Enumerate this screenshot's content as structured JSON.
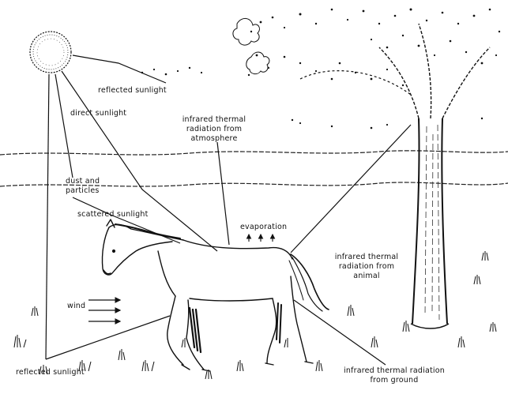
{
  "labels": {
    "reflected_sunlight_top": "reflected sunlight",
    "direct_sunlight": "direct sunlight",
    "infrared_atmosphere_1": "infrared thermal",
    "infrared_atmosphere_2": "radiation from",
    "infrared_atmosphere_3": "atmosphere",
    "dust_1": "dust and",
    "dust_2": "particles",
    "scattered_sunlight": "scattered sunlight",
    "evaporation": "evaporation",
    "infrared_animal_1": "infrared thermal",
    "infrared_animal_2": "radiation from",
    "infrared_animal_3": "animal",
    "wind": "wind",
    "reflected_sunlight_bottom": "reflected sunlight",
    "infrared_ground_1": "infrared thermal radiation",
    "infrared_ground_2": "from ground"
  },
  "colors": {
    "ink": "#111111",
    "background": "#ffffff"
  }
}
